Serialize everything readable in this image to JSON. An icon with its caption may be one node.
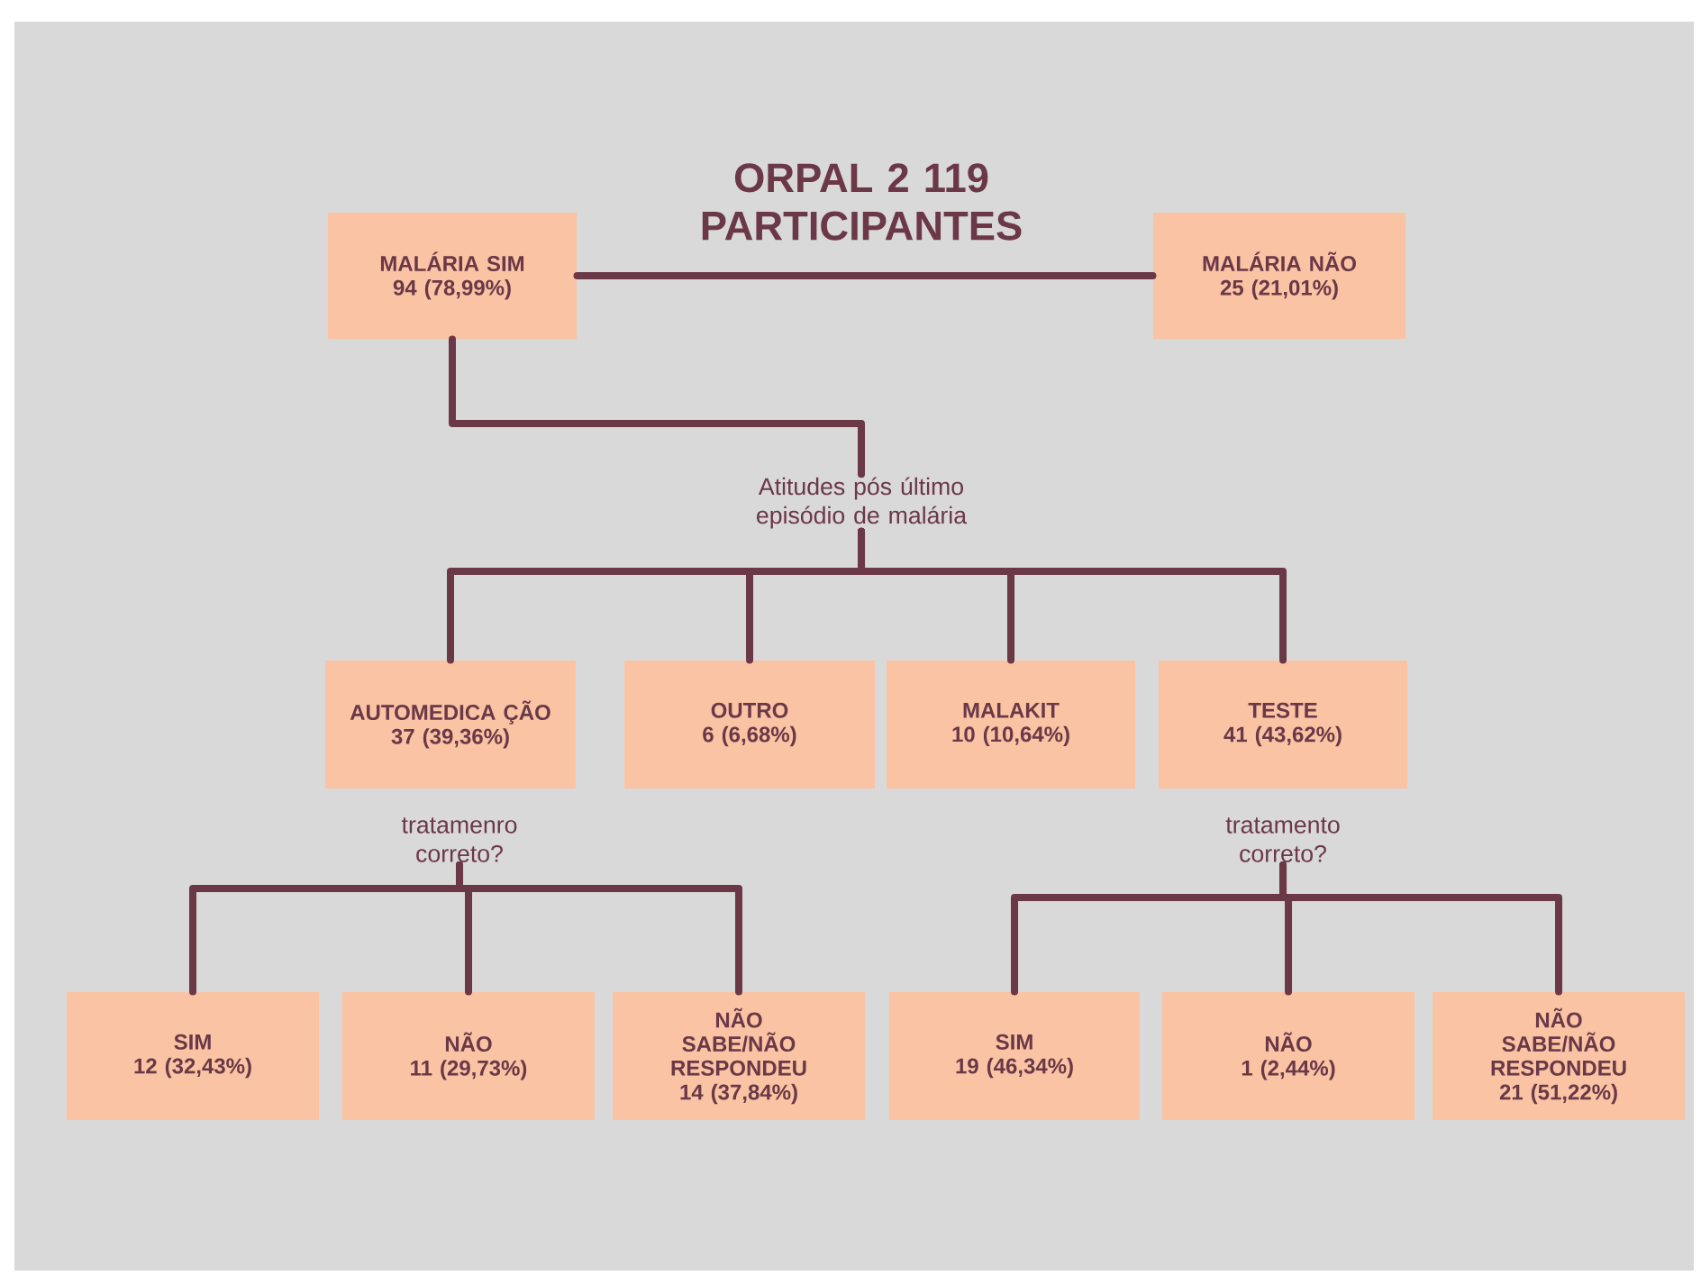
{
  "diagram": {
    "title": "ORPAL 2 119 PARTICIPANTES",
    "nodes": [
      {
        "text": [
          "MALÁRIA SIM",
          "94 (78,99%)"
        ]
      },
      {
        "text": [
          "MALÁRIA NÃO",
          "25 (21,01%)"
        ]
      },
      {
        "text": [
          "Atitudes pós último episódio de malária"
        ]
      },
      {
        "text": [
          "AUTOMEDICA ÇÃO",
          "37 (39,36%)"
        ]
      },
      {
        "text": [
          "OUTRO",
          "6 (6,68%)"
        ]
      },
      {
        "text": [
          "MALAKIT",
          "10 (10,64%)"
        ]
      },
      {
        "text": [
          "TESTE",
          "41 (43,62%)"
        ]
      },
      {
        "text": [
          "tratamenro correto?"
        ]
      },
      {
        "text": [
          "tratamento correto?"
        ]
      },
      {
        "text": [
          "SIM",
          "12 (32,43%)"
        ]
      },
      {
        "text": [
          "NÃO",
          "11 (29,73%)"
        ]
      },
      {
        "text": [
          "NÃO SABE/NÃO RESPONDEU",
          "14 (37,84%)"
        ]
      },
      {
        "text": [
          "SIM",
          "19 (46,34%)"
        ]
      },
      {
        "text": [
          "NÃO",
          "1 (2,44%)"
        ]
      },
      {
        "text": [
          "NÃO SABE/NÃO RESPONDEU",
          "21 (51,22%)"
        ]
      }
    ],
    "edges": [
      {
        "from": 0,
        "to": 1,
        "arrow": "none"
      },
      {
        "from": 0,
        "to": 2,
        "arrow": "none"
      },
      {
        "from": 2,
        "to": 3,
        "arrow": "none"
      },
      {
        "from": 2,
        "to": 4,
        "arrow": "none"
      },
      {
        "from": 2,
        "to": 5,
        "arrow": "none"
      },
      {
        "from": 2,
        "to": 6,
        "arrow": "none"
      },
      {
        "from": 7,
        "to": 9,
        "arrow": "none"
      },
      {
        "from": 7,
        "to": 10,
        "arrow": "none"
      },
      {
        "from": 7,
        "to": 11,
        "arrow": "none"
      },
      {
        "from": 8,
        "to": 12,
        "arrow": "none"
      },
      {
        "from": 8,
        "to": 13,
        "arrow": "none"
      },
      {
        "from": 8,
        "to": 14,
        "arrow": "none"
      }
    ]
  }
}
